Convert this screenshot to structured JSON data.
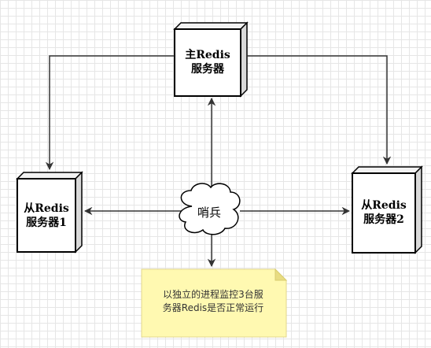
{
  "nodes": {
    "master": {
      "line1": "主Redis",
      "line2": "服务器"
    },
    "slave1": {
      "line1": "从Redis",
      "line2": "服务器1"
    },
    "slave2": {
      "line1": "从Redis",
      "line2": "服务器2"
    }
  },
  "sentinel": {
    "label": "哨兵"
  },
  "note": {
    "line1": "以独立的进程监控3台服",
    "line2": "务器Redis是否正常运行"
  },
  "colors": {
    "server_fill": "#ffffff",
    "server_stroke": "#000000",
    "server_side": "#e0e0e0",
    "edge": "#333333",
    "note_fill": "#fff9b1",
    "note_fold": "#e8dc82"
  }
}
